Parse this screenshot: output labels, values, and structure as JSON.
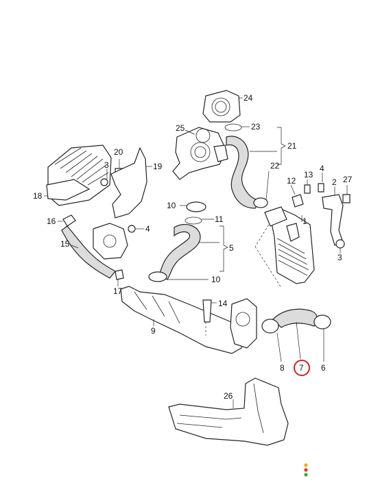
{
  "callouts": [
    {
      "id": "c24",
      "label": "24"
    },
    {
      "id": "c25",
      "label": "25"
    },
    {
      "id": "c23",
      "label": "23"
    },
    {
      "id": "c21",
      "label": "21"
    },
    {
      "id": "c20",
      "label": "20"
    },
    {
      "id": "c3a",
      "label": "3"
    },
    {
      "id": "c19",
      "label": "19"
    },
    {
      "id": "c22",
      "label": "22"
    },
    {
      "id": "c13",
      "label": "13"
    },
    {
      "id": "c4a",
      "label": "4"
    },
    {
      "id": "c12",
      "label": "12"
    },
    {
      "id": "c2",
      "label": "2"
    },
    {
      "id": "c27",
      "label": "27"
    },
    {
      "id": "c18",
      "label": "18"
    },
    {
      "id": "c10a",
      "label": "10"
    },
    {
      "id": "c11",
      "label": "11"
    },
    {
      "id": "c16",
      "label": "16"
    },
    {
      "id": "c4b",
      "label": "4"
    },
    {
      "id": "c1",
      "label": "1"
    },
    {
      "id": "c15",
      "label": "15"
    },
    {
      "id": "c5",
      "label": "5"
    },
    {
      "id": "c3b",
      "label": "3"
    },
    {
      "id": "c17",
      "label": "17"
    },
    {
      "id": "c10b",
      "label": "10"
    },
    {
      "id": "c14",
      "label": "14"
    },
    {
      "id": "c9",
      "label": "9"
    },
    {
      "id": "c8",
      "label": "8"
    },
    {
      "id": "c7",
      "label": "7"
    },
    {
      "id": "c6",
      "label": "6"
    },
    {
      "id": "c26",
      "label": "26"
    }
  ],
  "highlight": {
    "label": "7",
    "ring_color": "#d42020"
  },
  "indicator_colors": [
    "#f2a51a",
    "#e03b2e",
    "#2fae4a"
  ]
}
